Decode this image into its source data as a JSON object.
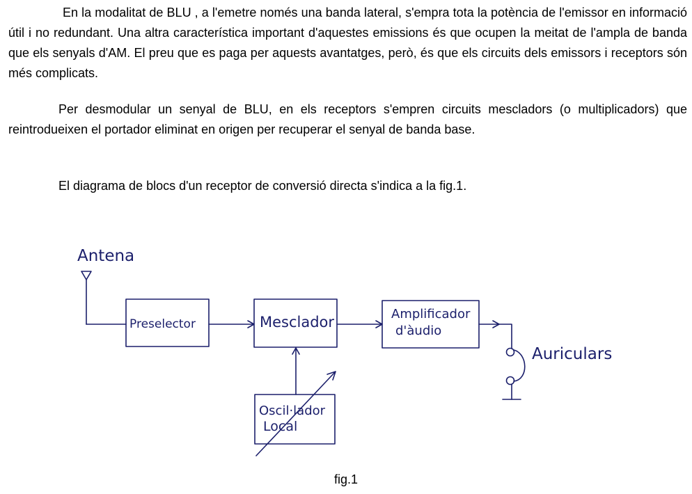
{
  "document": {
    "paragraphs": [
      "En la modalitat de  BLU , a l'emetre només una banda lateral, s'empra tota la potència de l'emissor en informació útil i no redundant. Una altra característica important d'aquestes emissions és que ocupen la meitat de l'ampla de banda que els senyals d'AM. El preu que es paga per aquests avantatges, però, és que els circuits  dels emissors i receptors són més complicats.",
      "Per desmodular un senyal de BLU, en els receptors s'empren circuits mescladors (o multiplicadors) que reintrodueixen el portador eliminat en origen per recuperar el senyal de banda base.",
      "El diagrama de blocs d'un receptor de conversió directa s'indica a la fig.1."
    ]
  },
  "diagram": {
    "antenna_label": "Antena",
    "preselector_label": "Preselector",
    "mixer_label": "Mesclador",
    "amplifier_label_line1": "Amplificador",
    "amplifier_label_line2": "d'àudio",
    "oscillator_label_line1": "Oscil·lador",
    "oscillator_label_line2": "Local",
    "headphones_label": "Auriculars",
    "ink_color": "#1b1f6b"
  },
  "caption": "fig.1"
}
